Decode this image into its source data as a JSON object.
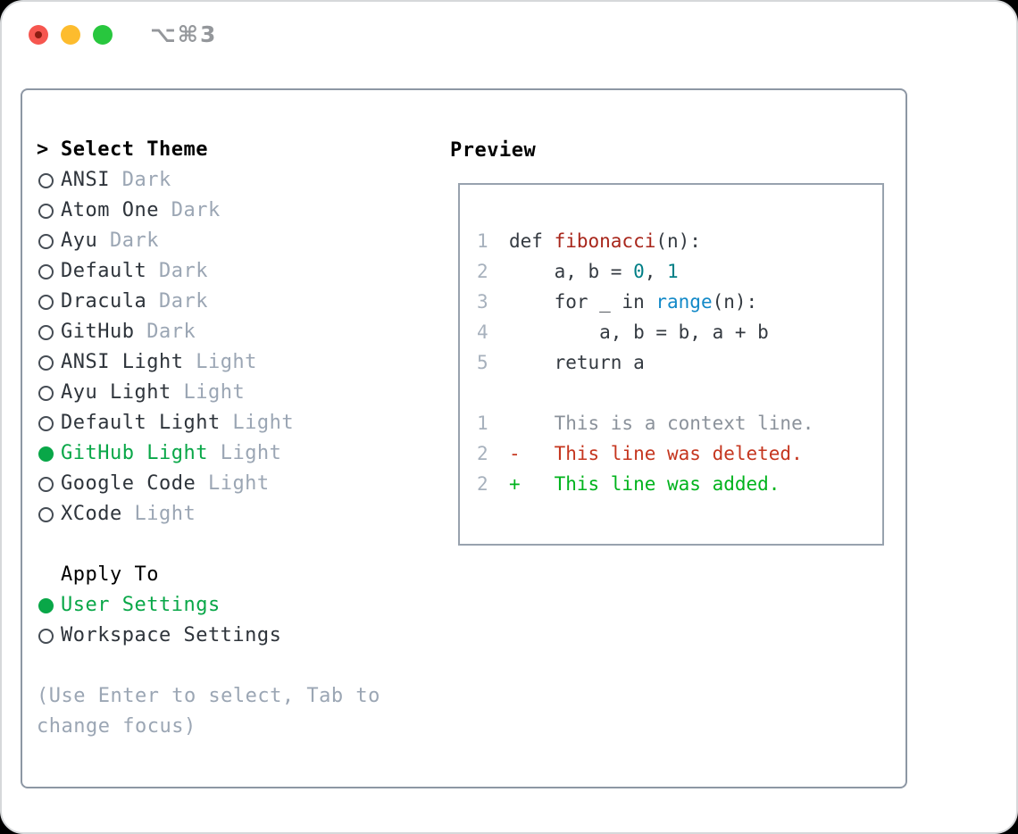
{
  "window": {
    "title": "⌥⌘3"
  },
  "accent_colors": {
    "selection_green": "#09a748",
    "added_green": "#00b31d",
    "deleted_red": "#c5361f",
    "function_red": "#a8261b",
    "number_teal": "#007f86",
    "builtin_blue": "#1289c8",
    "muted_gray": "#9ba6b4"
  },
  "theme_picker": {
    "prompt": ">",
    "header": "Select Theme",
    "themes": [
      {
        "name": "ANSI",
        "variant": "Dark",
        "selected": false
      },
      {
        "name": "Atom One",
        "variant": "Dark",
        "selected": false
      },
      {
        "name": "Ayu",
        "variant": "Dark",
        "selected": false
      },
      {
        "name": "Default",
        "variant": "Dark",
        "selected": false
      },
      {
        "name": "Dracula",
        "variant": "Dark",
        "selected": false
      },
      {
        "name": "GitHub",
        "variant": "Dark",
        "selected": false
      },
      {
        "name": "ANSI Light",
        "variant": "Light",
        "selected": false
      },
      {
        "name": "Ayu Light",
        "variant": "Light",
        "selected": false
      },
      {
        "name": "Default Light",
        "variant": "Light",
        "selected": false
      },
      {
        "name": "GitHub Light",
        "variant": "Light",
        "selected": true
      },
      {
        "name": "Google Code",
        "variant": "Light",
        "selected": false
      },
      {
        "name": "XCode",
        "variant": "Light",
        "selected": false
      }
    ],
    "apply_header": "Apply To",
    "apply_options": [
      {
        "label": "User Settings",
        "selected": true
      },
      {
        "label": "Workspace Settings",
        "selected": false
      }
    ],
    "hint_lines": [
      "(Use Enter to select, Tab to",
      "change focus)"
    ]
  },
  "preview": {
    "header": "Preview",
    "code_lines": [
      {
        "num": "1",
        "segments": [
          {
            "text": "def ",
            "style": "plain"
          },
          {
            "text": "fibonacci",
            "style": "func"
          },
          {
            "text": "(n):",
            "style": "plain"
          }
        ]
      },
      {
        "num": "2",
        "segments": [
          {
            "text": "    a, b = ",
            "style": "plain"
          },
          {
            "text": "0",
            "style": "num"
          },
          {
            "text": ", ",
            "style": "plain"
          },
          {
            "text": "1",
            "style": "num"
          }
        ]
      },
      {
        "num": "3",
        "segments": [
          {
            "text": "    for _ in ",
            "style": "plain"
          },
          {
            "text": "range",
            "style": "builtin"
          },
          {
            "text": "(n):",
            "style": "plain"
          }
        ]
      },
      {
        "num": "4",
        "segments": [
          {
            "text": "        a, b = b, a + b",
            "style": "plain"
          }
        ]
      },
      {
        "num": "5",
        "segments": [
          {
            "text": "    return a",
            "style": "plain"
          }
        ]
      },
      {
        "num": "",
        "segments": []
      },
      {
        "num": "1",
        "segments": [
          {
            "text": "    This is a context line.",
            "style": "context"
          }
        ]
      },
      {
        "num": "2",
        "segments": [
          {
            "text": "-   This line was deleted.",
            "style": "deleted"
          }
        ]
      },
      {
        "num": "2",
        "segments": [
          {
            "text": "+   This line was added.",
            "style": "added"
          }
        ]
      }
    ]
  }
}
